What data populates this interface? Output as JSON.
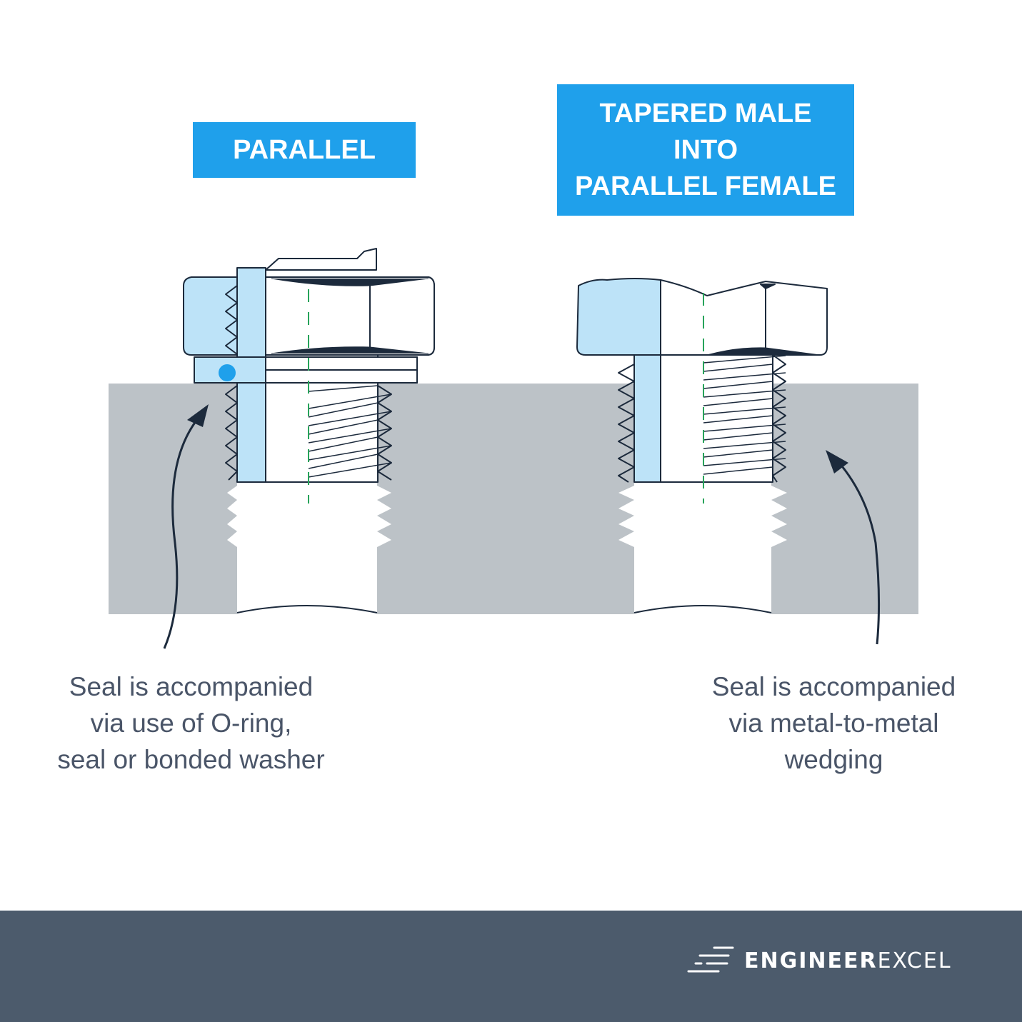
{
  "labels": {
    "parallel": "PARALLEL",
    "tapered": [
      "TAPERED MALE",
      "INTO",
      "PARALLEL FEMALE"
    ]
  },
  "captions": {
    "left": [
      "Seal is accompanied",
      "via use of O-ring,",
      "seal or bonded washer"
    ],
    "right": [
      "Seal is accompanied",
      "via metal-to-metal",
      "wedging"
    ]
  },
  "footer": {
    "brand_bold": "ENGINEER",
    "brand_light": "EXCEL",
    "logo_icon": "speed-lines-icon"
  },
  "colors": {
    "accent": "#1fa0eb",
    "light_blue": "#bde3f8",
    "block_gray": "#bcc2c7",
    "outline": "#1c2a3c",
    "centerline": "#27a35a",
    "footer": "#4c5b6c",
    "caption_text": "#4a5568"
  }
}
